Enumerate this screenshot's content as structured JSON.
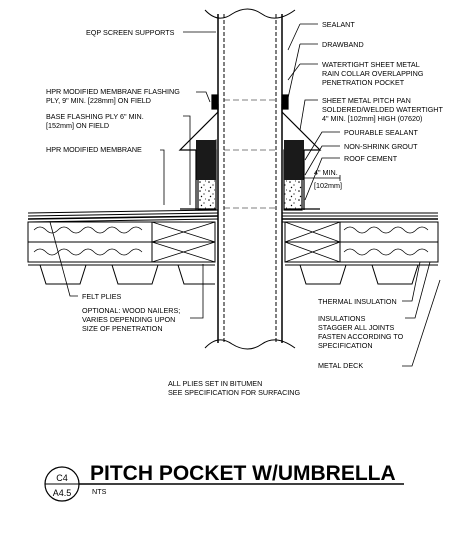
{
  "labels": {
    "eqp_screen_supports": "EQP SCREEN SUPPORTS",
    "sealant": "SEALANT",
    "drawband": "DRAWBAND",
    "rain_collar_1": "WATERTIGHT SHEET METAL",
    "rain_collar_2": "RAIN COLLAR OVERLAPPING",
    "rain_collar_3": "PENETRATION POCKET",
    "hpr_flash_1": "HPR MODIFIED MEMBRANE FLASHING",
    "hpr_flash_2": "PLY, 9\" MIN. [228mm] ON FIELD",
    "pitch_pan_1": "SHEET METAL PITCH PAN",
    "pitch_pan_2": "SOLDERED/WELDED WATERTIGHT",
    "pitch_pan_3": "4\" MIN. [102mm] HIGH (07620)",
    "base_flash_1": "BASE FLASHING PLY 6\" MIN.",
    "base_flash_2": "[152mm] ON FIELD",
    "pourable_sealant": "POURABLE SEALANT",
    "non_shrink_grout": "NON-SHRINK GROUT",
    "hpr_membrane": "HPR MODIFIED MEMBRANE",
    "roof_cement": "ROOF CEMENT",
    "dim_4_min": "4\" MIN.",
    "dim_102mm": "[102mm]",
    "felt_plies": "FELT PLIES",
    "nailers_1": "OPTIONAL: WOOD NAILERS;",
    "nailers_2": "VARIES DEPENDING UPON",
    "nailers_3": "SIZE OF PENETRATION",
    "thermal_insulation": "THERMAL INSULATION",
    "insul_1": "INSULATIONS",
    "insul_2": "STAGGER ALL JOINTS",
    "insul_3": "FASTEN ACCORDING TO",
    "insul_4": "SPECIFICATION",
    "metal_deck": "METAL DECK",
    "note_1": "ALL PLIES SET IN BITUMEN",
    "note_2": "SEE SPECIFICATION FOR SURFACING"
  },
  "title_block": {
    "detail_id": "C4",
    "sheet_id": "A4.5",
    "title": "PITCH POCKET W/UMBRELLA",
    "scale": "NTS"
  }
}
